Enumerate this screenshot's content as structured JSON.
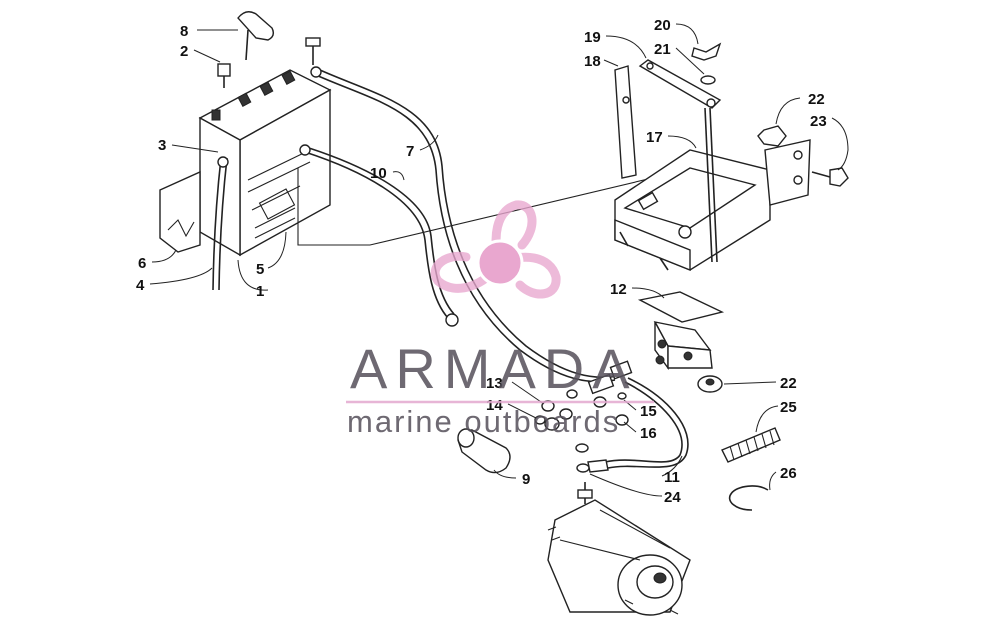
{
  "diagram": {
    "callouts": [
      {
        "id": "c8",
        "text": "8"
      },
      {
        "id": "c2",
        "text": "2"
      },
      {
        "id": "c3",
        "text": "3"
      },
      {
        "id": "c6",
        "text": "6"
      },
      {
        "id": "c4",
        "text": "4"
      },
      {
        "id": "c5",
        "text": "5"
      },
      {
        "id": "c1",
        "text": "1"
      },
      {
        "id": "c7",
        "text": "7"
      },
      {
        "id": "c10",
        "text": "10"
      },
      {
        "id": "c19",
        "text": "19"
      },
      {
        "id": "c18",
        "text": "18"
      },
      {
        "id": "c20",
        "text": "20"
      },
      {
        "id": "c21",
        "text": "21"
      },
      {
        "id": "c17",
        "text": "17"
      },
      {
        "id": "c22a",
        "text": "22"
      },
      {
        "id": "c23",
        "text": "23"
      },
      {
        "id": "c12",
        "text": "12"
      },
      {
        "id": "c13",
        "text": "13"
      },
      {
        "id": "c14",
        "text": "14"
      },
      {
        "id": "c15",
        "text": "15"
      },
      {
        "id": "c16",
        "text": "16"
      },
      {
        "id": "c9",
        "text": "9"
      },
      {
        "id": "c11",
        "text": "11"
      },
      {
        "id": "c24",
        "text": "24"
      },
      {
        "id": "c22b",
        "text": "22"
      },
      {
        "id": "c25",
        "text": "25"
      },
      {
        "id": "c26",
        "text": "26"
      }
    ]
  },
  "watermark": {
    "brand": "ARMADA",
    "tagline": "marine outboards",
    "logo_icon": "propeller-logo-icon",
    "colors": {
      "logo": "#e9a7cf",
      "logo_center": "#e38fc2",
      "text": "#55505a",
      "rule": "#e3a9d0"
    }
  }
}
